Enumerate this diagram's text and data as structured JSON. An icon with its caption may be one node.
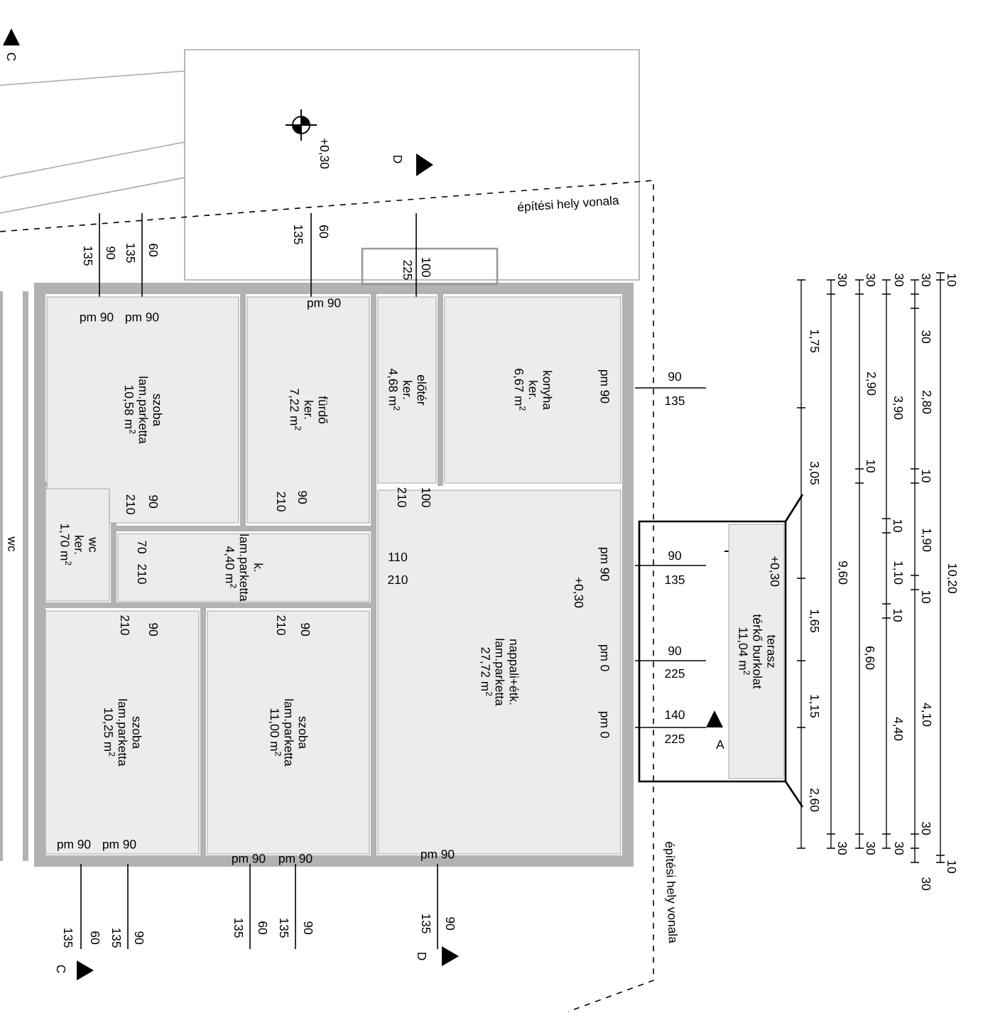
{
  "diagram": {
    "nodes": [
      {
        "text": [
          "szoba",
          "lam.parketta",
          "10,58 m$^{2}$"
        ]
      },
      {
        "text": [
          "fürdő",
          "ker.",
          "7,22 m$^{2}$"
        ]
      },
      {
        "text": [
          "előtér",
          "ker.",
          "4,68 m$^{2}$"
        ]
      },
      {
        "text": [
          "konyha",
          "ker.",
          "6,67 m$^{2}$"
        ]
      },
      {
        "text": [
          "wc",
          "ker.",
          "1,70 m$^{2}$"
        ]
      },
      {
        "text": [
          "k.",
          "lam.parketta",
          "4,40 m$^{2}$"
        ]
      },
      {
        "text": [
          "szoba",
          "lam.parketta",
          "10,25 m$^{2}$"
        ]
      },
      {
        "text": [
          "szoba",
          "lam.parketta",
          "11,00 m$^{2}$"
        ]
      },
      {
        "text": [
          "nappali+étk.",
          "lam.parketta",
          "27,72 m$^{2}$"
        ]
      },
      {
        "text": [
          "terasz",
          "térkő burkolat",
          "11,04 m$^{2}$"
        ]
      }
    ],
    "labels": [
      "C",
      "+0,30",
      "D",
      "építési hely vonala",
      "135",
      "90",
      "135",
      "60",
      "135",
      "60",
      "225",
      "100",
      "pm 90",
      "pm 90",
      "pm 90",
      "30",
      "30",
      "30",
      "30",
      "10",
      "30",
      "1,75",
      "2,90",
      "pm 90",
      "90",
      "135",
      "3,90",
      "2,80",
      "3,05",
      "10",
      "10",
      "210",
      "90",
      "210",
      "90",
      "210",
      "100",
      "10",
      "1,90",
      "wc",
      "70",
      "110",
      "pm 90",
      "90",
      "9,60",
      "1,10",
      "10,20",
      "210",
      "210",
      "135",
      "+0,30",
      "+0,30",
      "10",
      "210",
      "90",
      "210",
      "90",
      "1,65",
      "10",
      "pm 0",
      "90",
      "6,60",
      "225",
      "pm 0",
      "140",
      "1,15",
      "4,40",
      "4,10",
      "225",
      "A",
      "2,60",
      "30",
      "pm 90",
      "pm 90",
      "30",
      "30",
      "30",
      "pm 90",
      "pm 90",
      "pm 90",
      "10",
      "30",
      "építési hely vonala",
      "135",
      "90",
      "135",
      "60",
      "135",
      "90",
      "135",
      "60",
      "135",
      "90",
      "D",
      "C"
    ]
  }
}
